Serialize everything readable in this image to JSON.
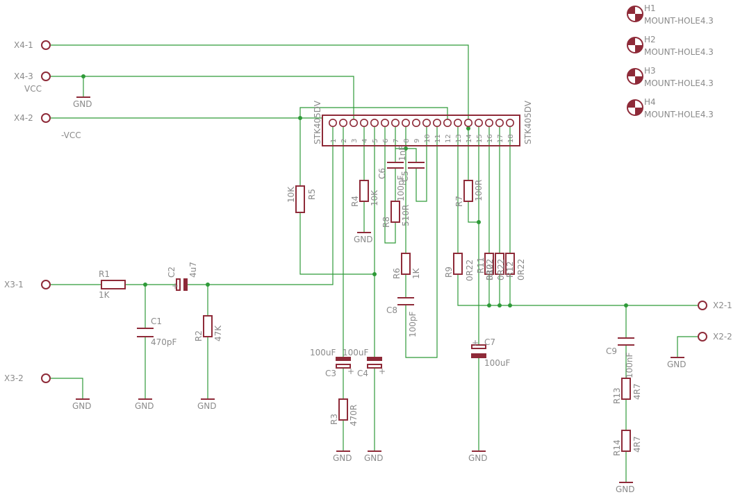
{
  "connectors": {
    "x4_1": "X4-1",
    "x4_3": "X4-3",
    "x4_2": "X4-2",
    "x3_1": "X3-1",
    "x3_2": "X3-2",
    "x2_1": "X2-1",
    "x2_2": "X2-2"
  },
  "nets": {
    "vcc": "VCC",
    "neg_vcc": "-VCC",
    "gnd": "GND"
  },
  "mount_holes": [
    {
      "ref": "H1",
      "value": "MOUNT-HOLE4.3"
    },
    {
      "ref": "H2",
      "value": "MOUNT-HOLE4.3"
    },
    {
      "ref": "H3",
      "value": "MOUNT-HOLE4.3"
    },
    {
      "ref": "H4",
      "value": "MOUNT-HOLE4.3"
    }
  ],
  "ic": {
    "name": "STK405DV",
    "pins": [
      "1",
      "2",
      "3",
      "4",
      "5",
      "6",
      "7",
      "8",
      "9",
      "10",
      "11",
      "12",
      "13",
      "14",
      "15",
      "16",
      "17",
      "18"
    ]
  },
  "components": {
    "r1": {
      "ref": "R1",
      "value": "1K"
    },
    "r2": {
      "ref": "R2",
      "value": "47K"
    },
    "r3": {
      "ref": "R3",
      "value": "470R"
    },
    "r4": {
      "ref": "R4",
      "value": "10K"
    },
    "r5": {
      "ref": "R5",
      "value": "10K"
    },
    "r6": {
      "ref": "R6",
      "value": "1K"
    },
    "r7": {
      "ref": "R7",
      "value": "100R"
    },
    "r8": {
      "ref": "R8",
      "value": "510R"
    },
    "r9": {
      "ref": "R9",
      "value": "0R22"
    },
    "r10": {
      "ref": "R10",
      "value": "0R22"
    },
    "r11": {
      "ref": "R11",
      "value": "0R22"
    },
    "r12": {
      "ref": "R12",
      "value": "0R22"
    },
    "r13": {
      "ref": "R13",
      "value": "4R7"
    },
    "r14": {
      "ref": "R14",
      "value": "4R7"
    },
    "c1": {
      "ref": "C1",
      "value": "470pF"
    },
    "c2": {
      "ref": "C2",
      "value": "4u7"
    },
    "c3": {
      "ref": "C3",
      "value": "100uF"
    },
    "c4": {
      "ref": "C4",
      "value": "100uF"
    },
    "c5": {
      "ref": "C5",
      "value": "1nF"
    },
    "c6": {
      "ref": "C6",
      "value": "100pF"
    },
    "c7": {
      "ref": "C7",
      "value": "100uF"
    },
    "c8": {
      "ref": "C8",
      "value": "100pF"
    },
    "c9": {
      "ref": "C9",
      "value": "100nF"
    }
  },
  "colors": {
    "wire": "#2e9a38",
    "component": "#8e2a38",
    "label": "#8a8a8a"
  }
}
